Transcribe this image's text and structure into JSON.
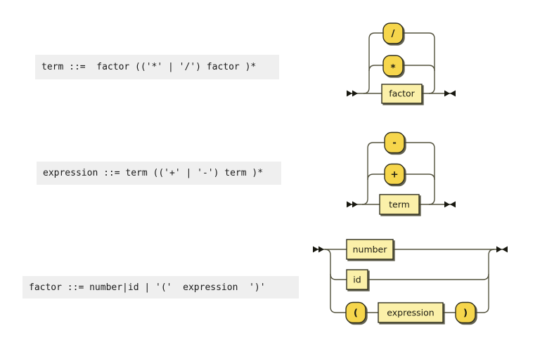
{
  "rules": [
    {
      "name": "term",
      "text": "term ::=  factor (('*' | '/') factor )*"
    },
    {
      "name": "expression",
      "text": "expression ::= term (('+' | '-') term )*"
    },
    {
      "name": "factor",
      "text": "factor ::= number|id | '('  expression  ')'"
    }
  ],
  "diagrams": [
    {
      "rule": "term",
      "nodes": {
        "main": "factor",
        "inner_op": "*",
        "outer_op": "/"
      }
    },
    {
      "rule": "expression",
      "nodes": {
        "main": "term",
        "inner_op": "+",
        "outer_op": "-"
      }
    },
    {
      "rule": "factor",
      "nodes": {
        "alt1": "number",
        "alt2": "id",
        "open_paren": "(",
        "inner": "expression",
        "close_paren": ")"
      }
    }
  ],
  "colors": {
    "terminal_fill": "#f6d64c",
    "nonterminal_fill": "#fbf0a9",
    "box_border": "#2f2f1e",
    "track_line": "#53523d",
    "arrow": "#181810",
    "rule_background": "#efefef",
    "rule_text": "#1a1a1a",
    "page_background": "#ffffff"
  }
}
